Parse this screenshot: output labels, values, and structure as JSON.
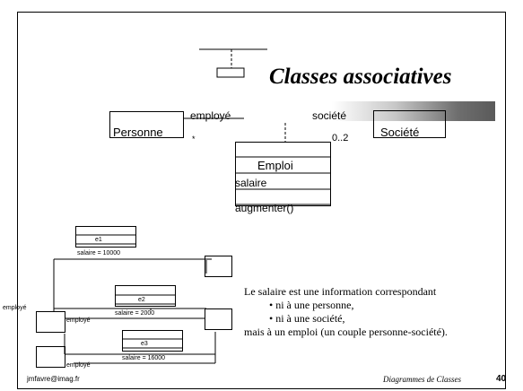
{
  "title": "Classes associatives",
  "uml": {
    "class_personne": "Personne",
    "class_societe": "Société",
    "role_employe": "employé",
    "role_societe": "société",
    "mult_star": "*",
    "mult_0_2": "0..2",
    "assoc_class_name": "Emploi",
    "assoc_attr": "salaire",
    "assoc_method": "augmenter()"
  },
  "instances": {
    "e1_label": "e1",
    "e1_attr": "salaire = 10000",
    "e2_label": "e2",
    "e2_attr": "salaire = 2000",
    "e3_label": "e3",
    "e3_attr": "salaire = 16000",
    "role_employe_left": "employé",
    "role_employe_1": "employé",
    "role_employe_2": "employé"
  },
  "text_block": {
    "line1": "Le salaire est une information correspondant",
    "bullet1": "• ni à une personne,",
    "bullet2": "• ni à une société,",
    "line4": "mais à un emploi (un couple personne-société)."
  },
  "footer": {
    "email": "jmfavre@imag.fr",
    "course": "Diagrammes de Classes",
    "page": "40"
  }
}
